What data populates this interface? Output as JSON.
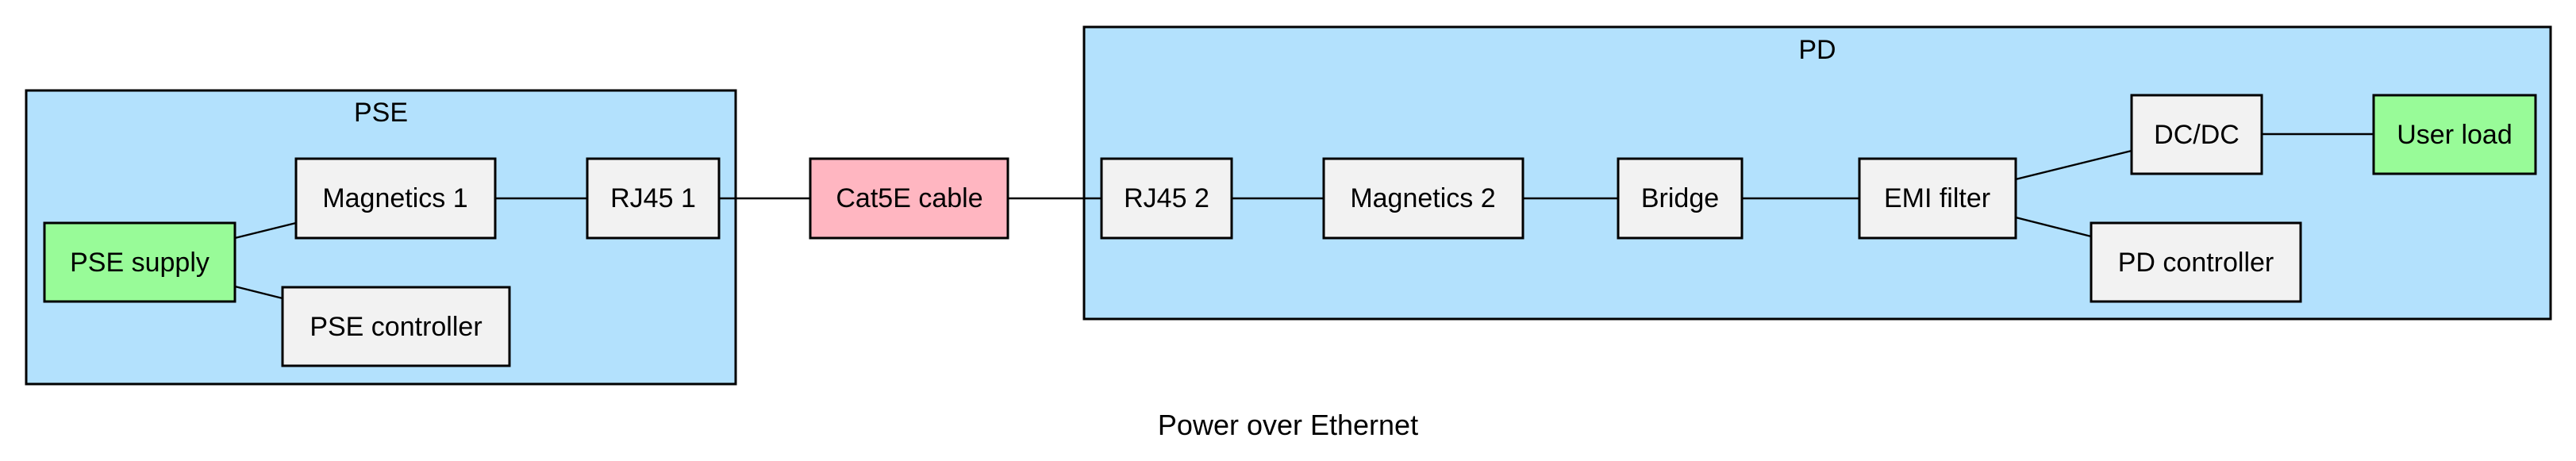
{
  "diagram": {
    "caption": "Power over Ethernet",
    "colors": {
      "cluster_fill": "#b3e1fd",
      "node_default": "#f2f2f2",
      "node_supply": "#98fb98",
      "node_cable": "#ffb6c1",
      "stroke": "#000000"
    },
    "clusters": {
      "pse": {
        "label": "PSE"
      },
      "pd": {
        "label": "PD"
      }
    },
    "nodes": {
      "pse_supply": {
        "label": "PSE supply"
      },
      "pse_controller": {
        "label": "PSE controller"
      },
      "magnetics_1": {
        "label": "Magnetics 1"
      },
      "rj45_1": {
        "label": "RJ45 1"
      },
      "cat5e_cable": {
        "label": "Cat5E cable"
      },
      "rj45_2": {
        "label": "RJ45 2"
      },
      "magnetics_2": {
        "label": "Magnetics 2"
      },
      "bridge": {
        "label": "Bridge"
      },
      "emi_filter": {
        "label": "EMI filter"
      },
      "dc_dc": {
        "label": "DC/DC"
      },
      "user_load": {
        "label": "User load"
      },
      "pd_controller": {
        "label": "PD controller"
      }
    },
    "edges": [
      [
        "pse_supply",
        "magnetics_1"
      ],
      [
        "pse_supply",
        "pse_controller"
      ],
      [
        "magnetics_1",
        "rj45_1"
      ],
      [
        "rj45_1",
        "cat5e_cable"
      ],
      [
        "cat5e_cable",
        "rj45_2"
      ],
      [
        "rj45_2",
        "magnetics_2"
      ],
      [
        "magnetics_2",
        "bridge"
      ],
      [
        "bridge",
        "emi_filter"
      ],
      [
        "emi_filter",
        "dc_dc"
      ],
      [
        "emi_filter",
        "pd_controller"
      ],
      [
        "dc_dc",
        "user_load"
      ]
    ]
  }
}
